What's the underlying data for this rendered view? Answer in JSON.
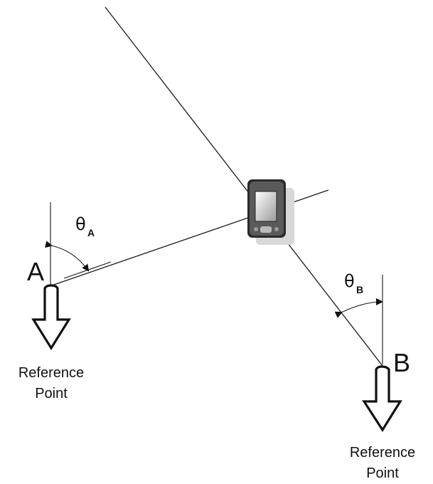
{
  "point_a": {
    "label": "A",
    "angle_symbol": "θ",
    "angle_subscript": "A",
    "reference_line1": "Reference",
    "reference_line2": "Point"
  },
  "point_b": {
    "label": "B",
    "angle_symbol": "θ",
    "angle_subscript": "B",
    "reference_line1": "Reference",
    "reference_line2": "Point"
  },
  "device": {
    "icon": "pda-handheld-icon"
  }
}
